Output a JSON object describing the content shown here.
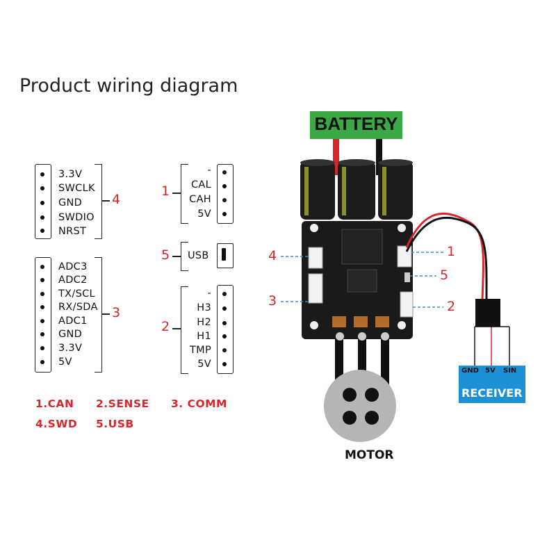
{
  "title": "Product wiring diagram",
  "swd": {
    "pins": [
      "3.3V",
      "SWCLK",
      "GND",
      "SWDIO",
      "NRST"
    ],
    "number": "4"
  },
  "comm": {
    "pins": [
      "ADC3",
      "ADC2",
      "TX/SCL",
      "RX/SDA",
      "ADC1",
      "GND",
      "3.3V",
      "5V"
    ],
    "number": "3"
  },
  "can": {
    "pins": [
      "-",
      "CAL",
      "CAH",
      "5V"
    ],
    "number": "1"
  },
  "usb": {
    "label": "USB",
    "number": "5"
  },
  "sense": {
    "pins": [
      "-",
      "H3",
      "H2",
      "H1",
      "TMP",
      "5V"
    ],
    "number": "2"
  },
  "legend": [
    "1.CAN",
    "2.SENSE",
    "3. COMM",
    "4.SWD",
    "5.USB"
  ],
  "board": {
    "battery": "BATTERY",
    "motor": "MOTOR",
    "receiver": "RECEIVER",
    "receiver_pins": [
      "GND",
      "5V",
      "SIN"
    ],
    "callouts_left": [
      "4",
      "3"
    ],
    "callouts_right": [
      "1",
      "5",
      "2"
    ]
  },
  "colors": {
    "red": "#d9262a",
    "battery_bg": "#3aa845",
    "receiver_bg": "#1e90d6",
    "motor_gray": "#b5b5b5",
    "callout_line": "#3a8ad0"
  }
}
